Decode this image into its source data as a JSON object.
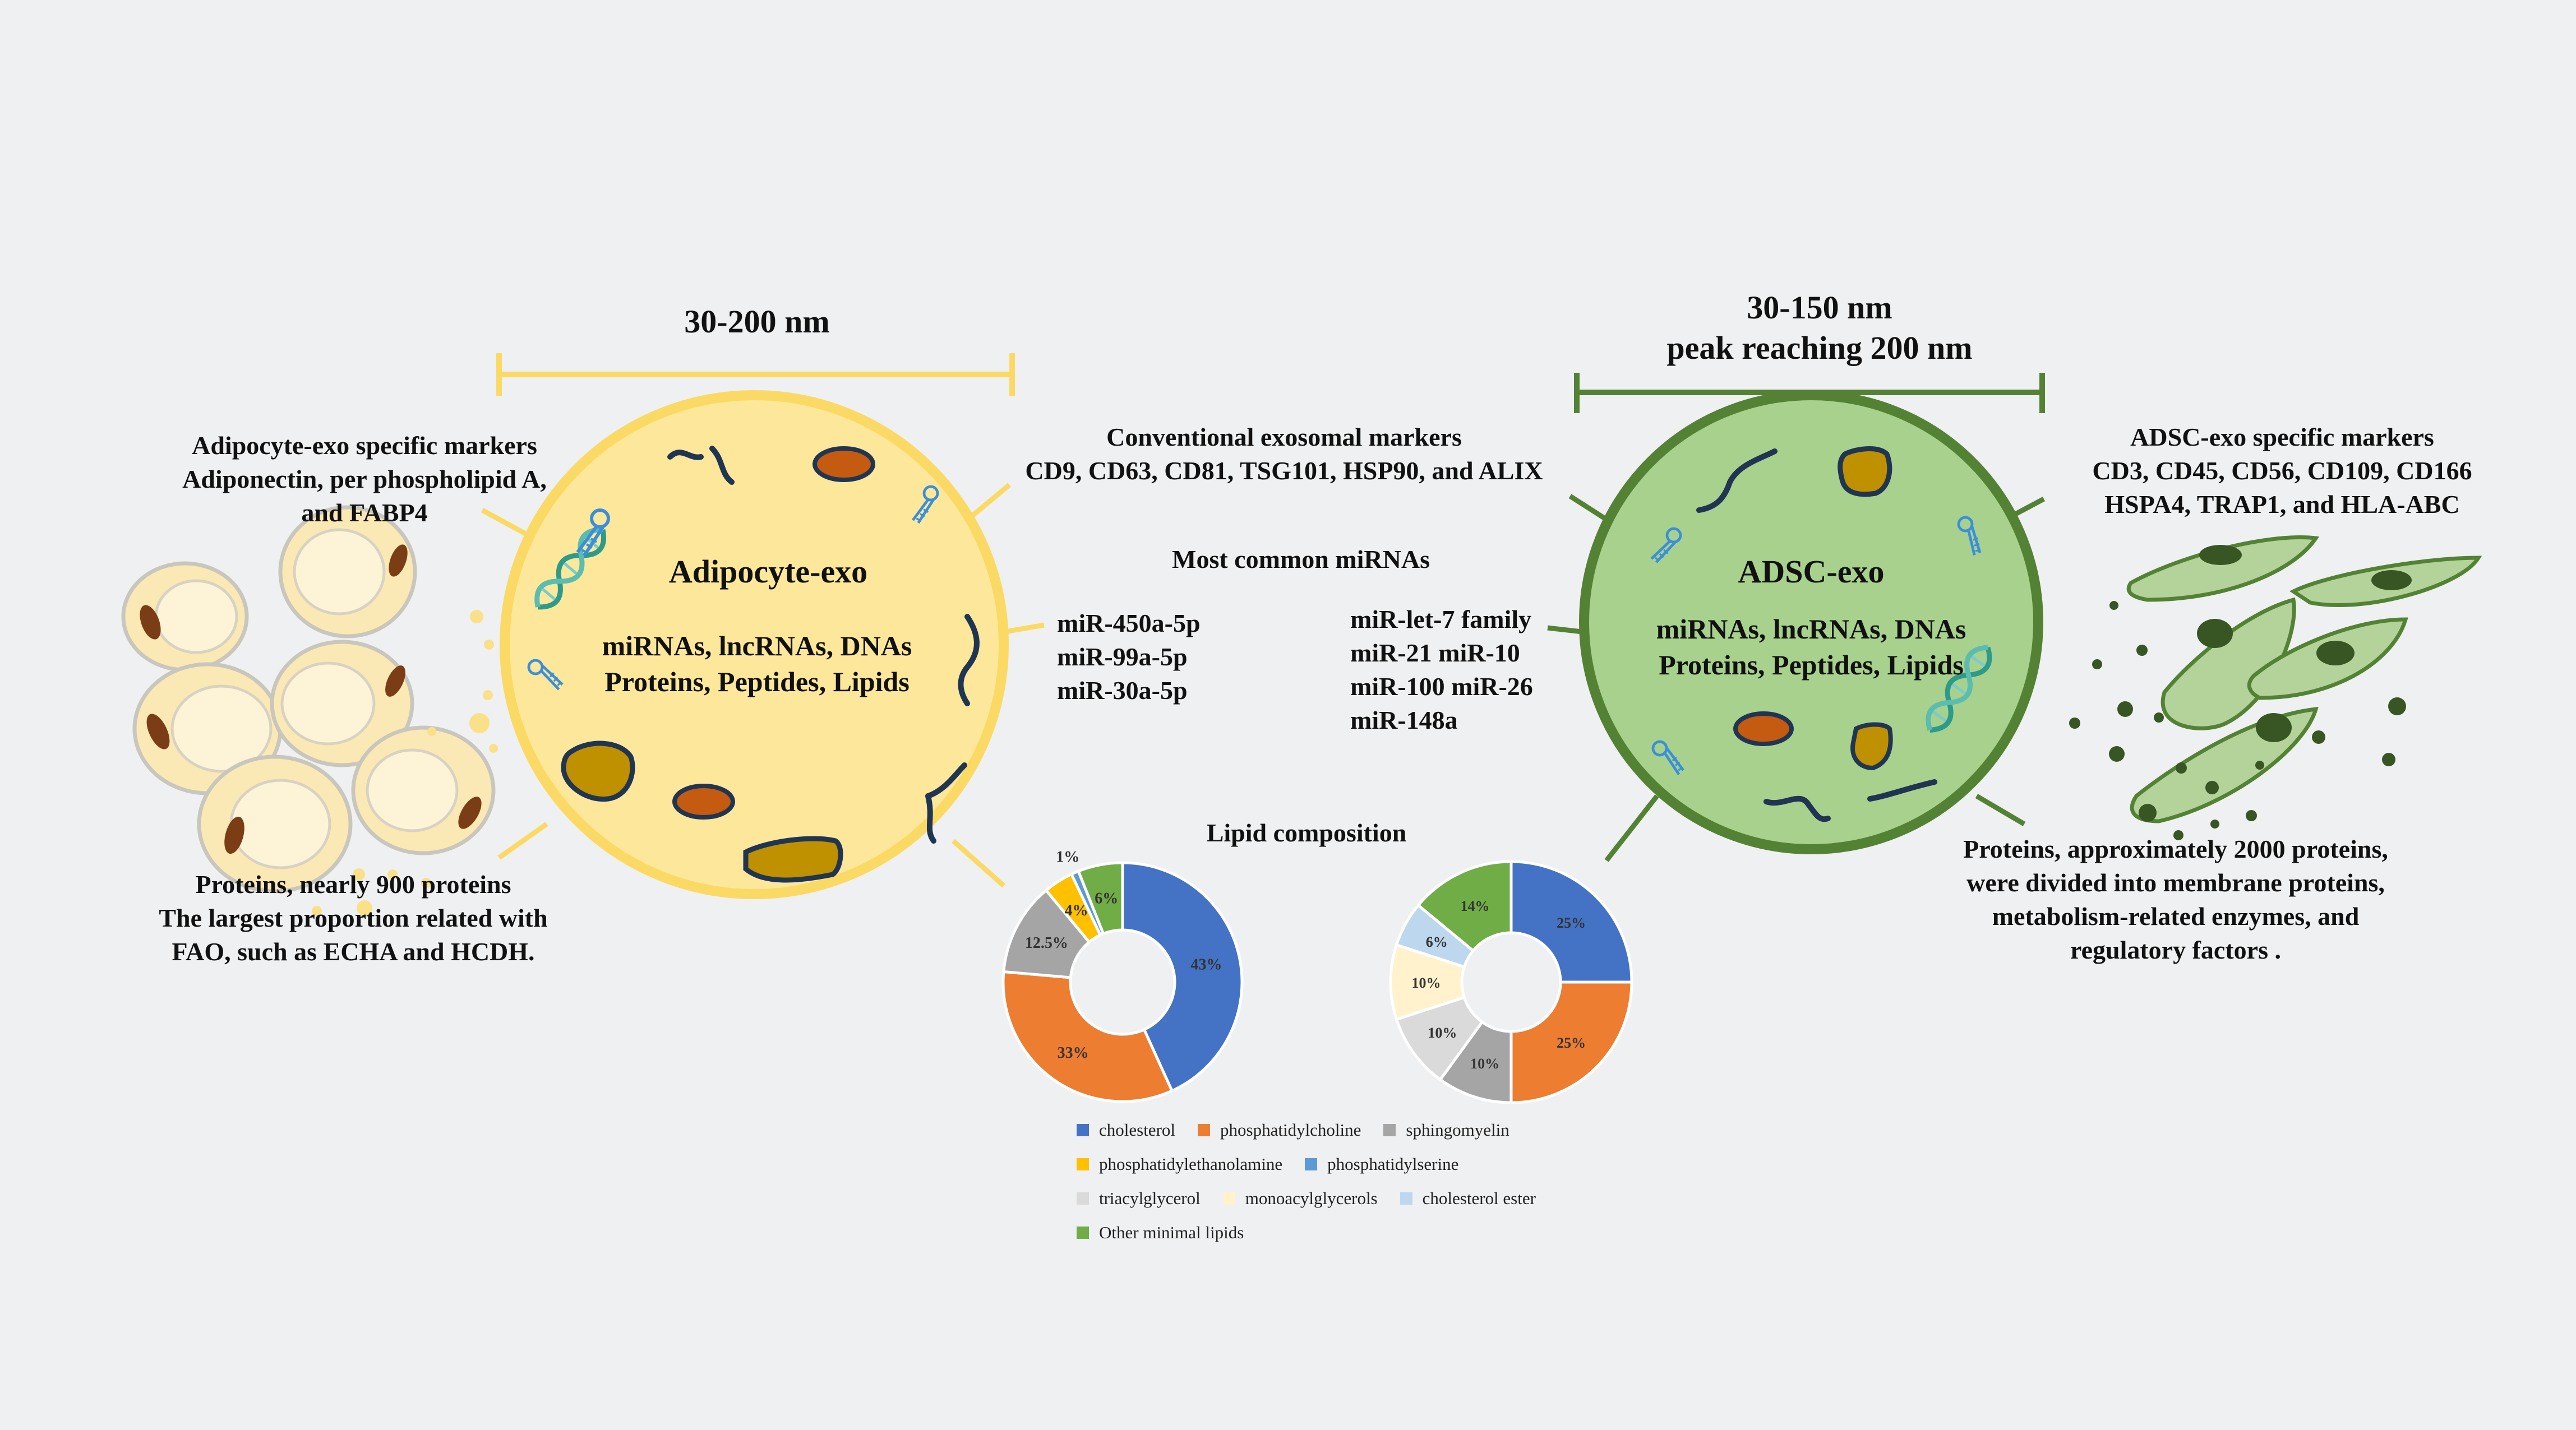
{
  "adipocyte": {
    "size": "30-200 nm",
    "title": "Adipocyte-exo",
    "content_line1": "miRNAs, lncRNAs, DNAs",
    "content_line2": "Proteins, Peptides, Lipids",
    "markers": [
      "Adipocyte-exo specific markers",
      "Adiponectin, per phospholipid A,",
      "and FABP4"
    ],
    "proteins": [
      "Proteins, nearly 900 proteins",
      "The largest proportion related with",
      "FAO,  such as ECHA and HCDH."
    ],
    "mirnas": [
      "miR-450a-5p",
      "miR-99a-5p",
      "miR-30a-5p"
    ]
  },
  "adsc": {
    "size_line1": "30-150 nm",
    "size_line2": "peak reaching 200 nm",
    "title": "ADSC-exo",
    "content_line1": "miRNAs, lncRNAs, DNAs",
    "content_line2": "Proteins, Peptides, Lipids",
    "markers": [
      "ADSC-exo specific markers",
      "CD3, CD45, CD56, CD109, CD166",
      "HSPA4, TRAP1, and HLA-ABC"
    ],
    "proteins": [
      "Proteins, approximately 2000 proteins,",
      "were divided into membrane proteins,",
      "metabolism-related enzymes, and",
      "regulatory factors ."
    ],
    "mirnas": [
      "miR-let-7 family",
      "miR-21  miR-10",
      "miR-100  miR-26",
      "miR-148a"
    ]
  },
  "center": {
    "conventional_title": "Conventional exosomal markers",
    "conventional_list": "CD9, CD63, CD81, TSG101, HSP90, and ALIX",
    "mirna_title": "Most common miRNAs",
    "lipid_title": "Lipid composition"
  },
  "colors": {
    "adipocyte_fill": "#fde79a",
    "adipocyte_ring": "#fbd965",
    "adsc_fill": "#a8d18d",
    "adsc_ring": "#548235"
  },
  "chart_data": [
    {
      "type": "pie",
      "categories": [
        "cholesterol",
        "phosphatidylcholine",
        "sphingomyelin",
        "phosphatidylethanolamine",
        "phosphatidylserine",
        "Other minimal lipids"
      ],
      "values": [
        43,
        33,
        12.5,
        4,
        1,
        6
      ],
      "labels": [
        "43%",
        "33%",
        "12.5%",
        "4%",
        "1%",
        "6%"
      ],
      "colors": [
        "#4472c4",
        "#ed7d31",
        "#a5a5a5",
        "#ffc000",
        "#5b9bd5",
        "#70ad47"
      ]
    },
    {
      "type": "pie",
      "categories": [
        "cholesterol",
        "phosphatidylcholine",
        "sphingomyelin",
        "triacylglycerol",
        "monoacylglycerols",
        "cholesterol ester",
        "Other minimal lipids"
      ],
      "values": [
        25,
        25,
        10,
        10,
        10,
        6,
        14
      ],
      "labels": [
        "25%",
        "25%",
        "10%",
        "10%",
        "10%",
        "6%",
        "14%"
      ],
      "colors": [
        "#4472c4",
        "#ed7d31",
        "#a5a5a5",
        "#dadada",
        "#fff2cc",
        "#bdd7ee",
        "#70ad47"
      ]
    }
  ],
  "legend": [
    [
      {
        "label": "cholesterol",
        "color": "#4472c4"
      },
      {
        "label": "phosphatidylcholine",
        "color": "#ed7d31"
      },
      {
        "label": "sphingomyelin",
        "color": "#a5a5a5"
      }
    ],
    [
      {
        "label": "phosphatidylethanolamine",
        "color": "#ffc000"
      },
      {
        "label": "phosphatidylserine",
        "color": "#5b9bd5"
      }
    ],
    [
      {
        "label": "triacylglycerol",
        "color": "#dadada"
      },
      {
        "label": "monoacylglycerols",
        "color": "#fff2cc"
      },
      {
        "label": "cholesterol ester",
        "color": "#bdd7ee"
      }
    ],
    [
      {
        "label": "Other minimal lipids",
        "color": "#70ad47"
      }
    ]
  ]
}
